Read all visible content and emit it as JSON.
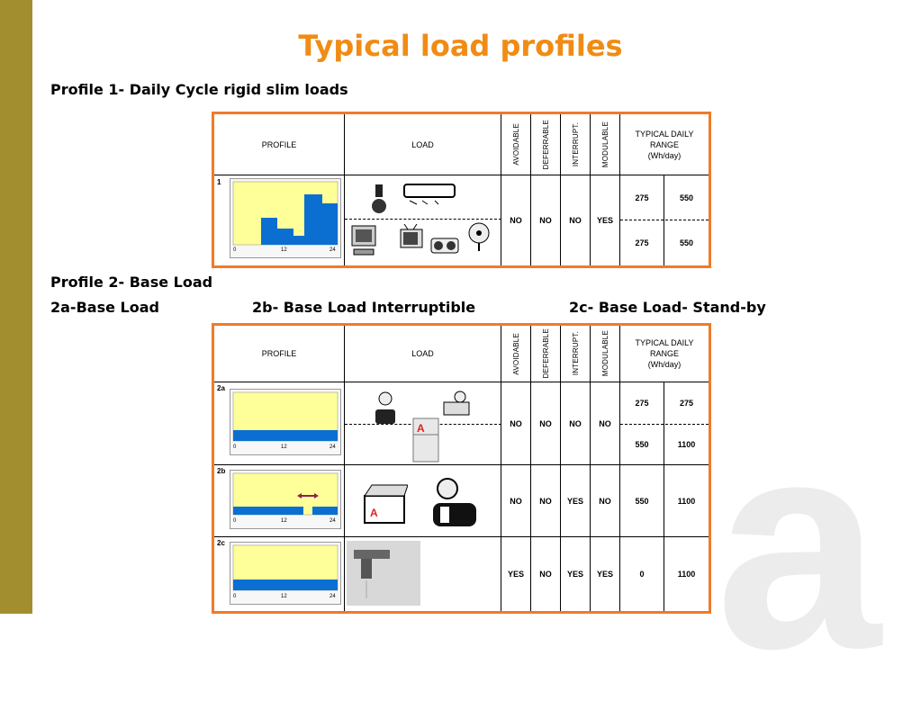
{
  "title": "Typical load profiles",
  "profile1_heading": "Profile 1- Daily Cycle rigid slim loads",
  "profile2_heading": "Profile 2- Base Load",
  "sub_a": "2a-Base Load",
  "sub_b": "2b- Base Load Interruptible",
  "sub_c": "2c- Base Load- Stand-by",
  "table_headers": {
    "profile": "PROFILE",
    "load": "LOAD",
    "avoidable": "AVOIDABLE",
    "deferrable": "DEFERRABLE",
    "interrupt": "INTERRUPT.",
    "modulable": "MODULABLE",
    "typical_line1": "TYPICAL DAILY",
    "typical_line2": "RANGE",
    "typical_line3": "(Wh/day)"
  },
  "table1": {
    "row_label": "1",
    "avoidable": "NO",
    "deferrable": "NO",
    "interrupt": "NO",
    "modulable": "YES",
    "range": [
      [
        "275",
        "550"
      ],
      [
        "275",
        "550"
      ]
    ],
    "ticks": [
      "0",
      "12",
      "24"
    ]
  },
  "table2": {
    "rows": [
      {
        "label": "2a",
        "avoidable": "NO",
        "deferrable": "NO",
        "interrupt": "NO",
        "modulable": "NO",
        "range": [
          [
            "275",
            "275"
          ],
          [
            "550",
            "1100"
          ]
        ],
        "ticks": [
          "0",
          "12",
          "24"
        ]
      },
      {
        "label": "2b",
        "avoidable": "NO",
        "deferrable": "NO",
        "interrupt": "YES",
        "modulable": "NO",
        "range": [
          [
            "550",
            "1100"
          ]
        ],
        "ticks": [
          "0",
          "12",
          "24"
        ]
      },
      {
        "label": "2c",
        "avoidable": "YES",
        "deferrable": "NO",
        "interrupt": "YES",
        "modulable": "YES",
        "range": [
          [
            "0",
            "1100"
          ]
        ],
        "ticks": [
          "0",
          "12",
          "24"
        ]
      }
    ]
  },
  "badge_letter": "A",
  "colors": {
    "accent": "#f08c14",
    "sidebar": "#a38e2f",
    "border": "#f07a2a",
    "chart_fill": "#ffff99",
    "load_fill": "#0a6fd1",
    "badge": "#e02020"
  }
}
